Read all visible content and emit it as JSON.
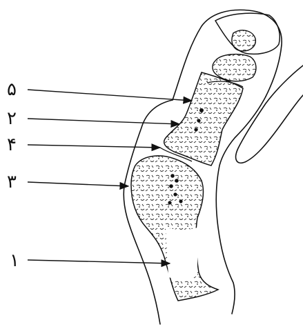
{
  "figure": {
    "labels": [
      "۵",
      "۲",
      "۴",
      "۳",
      "۱"
    ],
    "stroke_color": "#111111",
    "background": "#ffffff"
  }
}
